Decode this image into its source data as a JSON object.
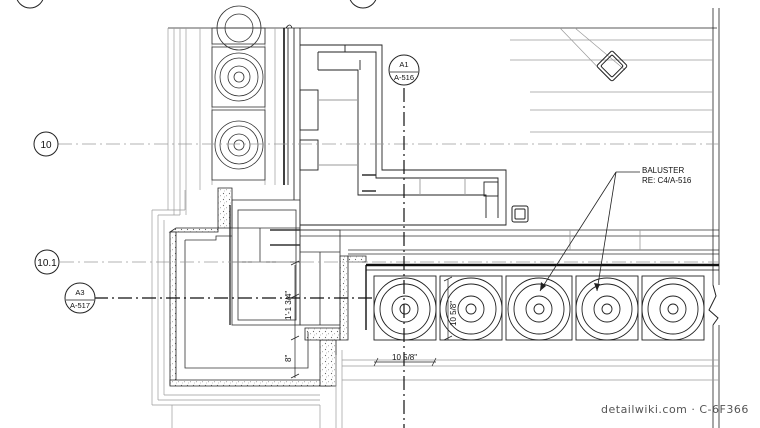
{
  "grid": {
    "line_10": "10",
    "line_10_1": "10.1"
  },
  "section_tags": {
    "a1": {
      "top": "A1",
      "bottom": "A-516"
    },
    "a3": {
      "top": "A3",
      "bottom": "A-517"
    }
  },
  "note": {
    "line1": "BALUSTER",
    "line2": "RE: C4/A-516"
  },
  "dimensions": {
    "vertical_1": "1'-1 3/4\"",
    "vertical_2": "8\"",
    "baluster_height": "10 5/8\"",
    "baluster_width": "10 5/8\""
  },
  "watermark": "detailwiki.com · C-6F366",
  "colors": {
    "line": "#222222",
    "light_line": "#9a9a9a",
    "hatch": "#777777"
  }
}
